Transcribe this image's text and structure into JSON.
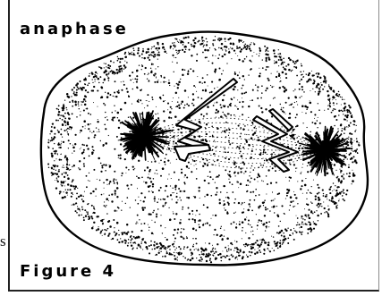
{
  "figure": {
    "stage_label": "anaphase",
    "caption": "Figure 4",
    "stray_text": "s"
  },
  "colors": {
    "ink": "#000000",
    "background": "#ffffff"
  }
}
